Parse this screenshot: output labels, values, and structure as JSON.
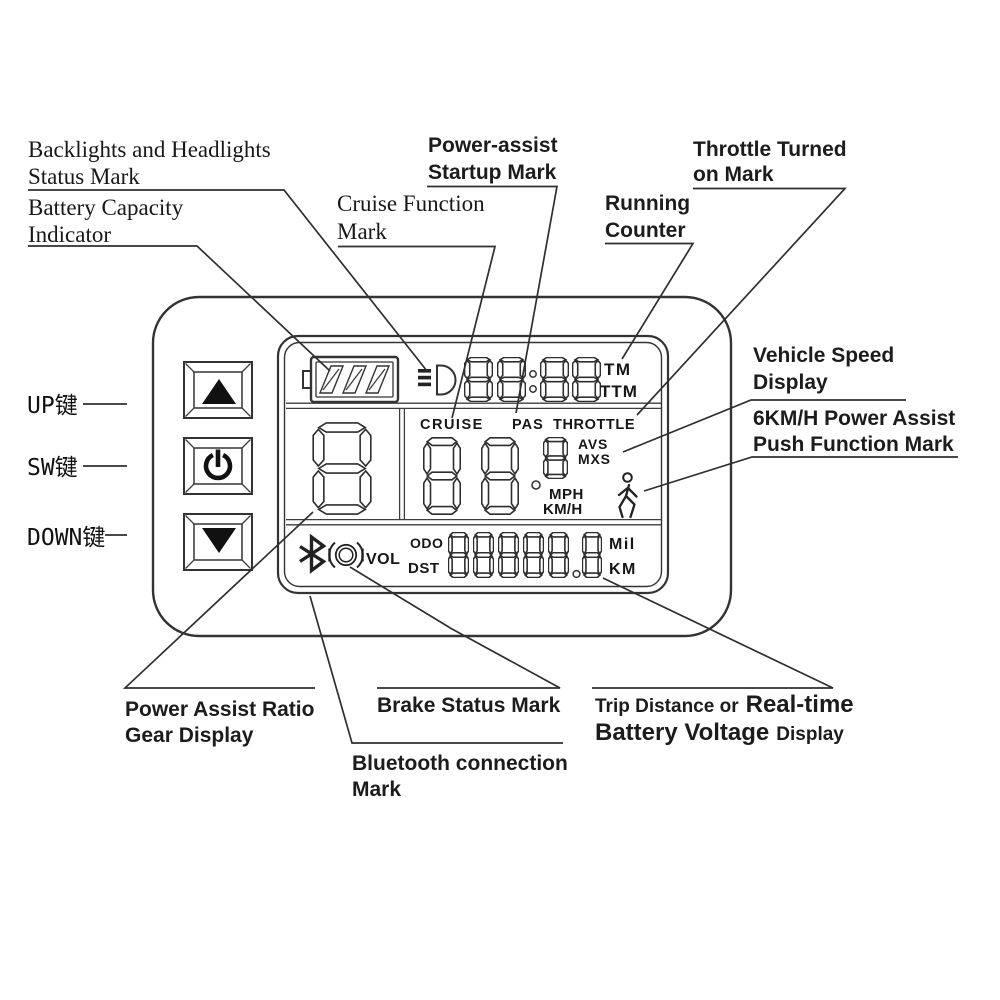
{
  "colors": {
    "ink": "#1a1a1a",
    "line": "#3d3d3d",
    "background": "#ffffff"
  },
  "annotations": {
    "backlights": {
      "lines": [
        "Backlights and Headlights",
        "Status Mark"
      ]
    },
    "battery": {
      "lines": [
        "Battery Capacity",
        "Indicator"
      ]
    },
    "cruise": {
      "lines": [
        "Cruise Function",
        "Mark"
      ]
    },
    "power_assist": {
      "lines": [
        "Power-assist",
        "Startup Mark"
      ]
    },
    "running_counter": {
      "lines": [
        "Running",
        "Counter"
      ]
    },
    "throttle": {
      "lines": [
        "Throttle Turned",
        "on Mark"
      ]
    },
    "vehicle_speed": {
      "lines": [
        "Vehicle Speed",
        "Display"
      ]
    },
    "push_assist": {
      "lines": [
        "6KM/H Power Assist",
        "Push Function Mark"
      ]
    },
    "gear": {
      "lines": [
        "Power Assist Ratio",
        "Gear Display"
      ]
    },
    "brake": {
      "lines": [
        "Brake Status Mark"
      ]
    },
    "bluetooth": {
      "lines": [
        "Bluetooth connection",
        "Mark"
      ]
    },
    "trip": {
      "part1": "Trip Distance or",
      "part2": "Real-time",
      "part3": "Battery Voltage",
      "part4": "Display"
    }
  },
  "buttons": {
    "up": "UP键",
    "sw": "SW键",
    "down": "DOWN键"
  },
  "lcd": {
    "clock_value": "88:88",
    "tm": "TM",
    "ttm": "TTM",
    "cruise": "CRUISE",
    "pas": "PAS",
    "throttle": "THROTTLE",
    "speed_value": "88",
    "speed_sub_value": "8",
    "avs": "AVS",
    "mxs": "MXS",
    "mph": "MPH",
    "kmh": "KM/H",
    "gear_value": "8",
    "vol": "VOL",
    "odo": "ODO",
    "dst": "DST",
    "odometer_value": "88888.8",
    "mil": "Mil",
    "km": "KM"
  }
}
